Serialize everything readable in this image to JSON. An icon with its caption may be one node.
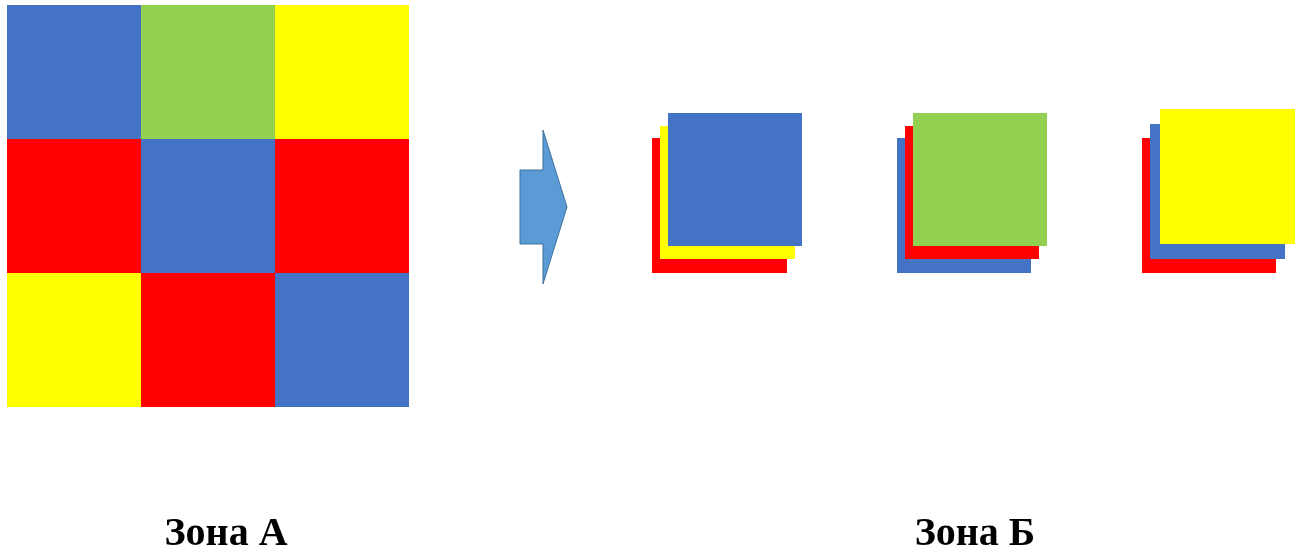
{
  "diagram": {
    "nodes": [
      {
        "text": [],
        "shape": "picture"
      },
      {
        "text": [],
        "shape": "picture"
      }
    ],
    "edges": [
      {
        "from": 0,
        "to": 1,
        "arrow": "to"
      }
    ],
    "labels": [
      "Зона А",
      "Зона Б"
    ]
  }
}
